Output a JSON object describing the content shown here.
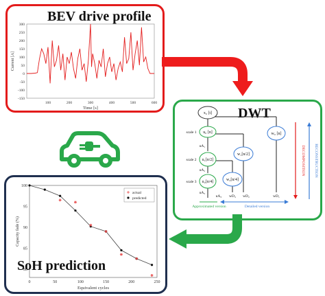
{
  "bev": {
    "title": "BEV drive profile",
    "ylabel": "Current [A]",
    "xlabel": "Time [s]",
    "yticks": [
      "300",
      "250",
      "200",
      "150",
      "100",
      "50",
      "0",
      "-50",
      "-100",
      "-150"
    ],
    "xticks": [
      "100",
      "200",
      "300",
      "400",
      "500",
      "600"
    ],
    "color": "#e31b1b"
  },
  "dwt": {
    "title": "DWT",
    "node_root": "x₀ [t]",
    "scale1": "scale 1",
    "scale2": "scale 2",
    "scale3": "scale 3",
    "u0": "u₀ [n]",
    "w0": "w₀ [n]",
    "u1": "u₁[n/2]",
    "w1": "w₁[n/2]",
    "u2": "u₂[n/4]",
    "w2": "w₂[n/4]",
    "uA1": "uA₁",
    "uA2": "uA₂",
    "uA3": "uA₃",
    "wD1": "wD₁",
    "wD2": "wD₂",
    "wD3": "wD₃",
    "uA3b": "uA₃",
    "approx": "Approximated version",
    "detailed": "Detailed version",
    "decomp": "DECOMPOSITION",
    "recon": "RECONSTRUCTION",
    "color": "#2aa84a"
  },
  "soh": {
    "title": "SoH prediction",
    "legend_actual": "actual",
    "legend_predicted": "predicted",
    "color": "#1f2f4f"
  },
  "chart_data": [
    {
      "type": "line",
      "title": "",
      "xlabel": "Time [s]",
      "ylabel": "Current [A]",
      "xlim": [
        0,
        600
      ],
      "ylim": [
        -150,
        300
      ],
      "series": [
        {
          "x": [
            0,
            20,
            40,
            50,
            60,
            70,
            80,
            90,
            100,
            110,
            120,
            130,
            140,
            150,
            160,
            170,
            180,
            190,
            200,
            210,
            220,
            230,
            240,
            250,
            260,
            270,
            280,
            290,
            300,
            305,
            310,
            320,
            330,
            340,
            350,
            360,
            370,
            380,
            390,
            400,
            410,
            420,
            430,
            440,
            450,
            460,
            470,
            480,
            490,
            500,
            510,
            520,
            530,
            540,
            550,
            560,
            570,
            580,
            590,
            600
          ],
          "y": [
            0,
            0,
            2,
            5,
            90,
            150,
            120,
            60,
            160,
            -60,
            200,
            40,
            80,
            170,
            20,
            120,
            -40,
            100,
            60,
            130,
            30,
            -30,
            90,
            150,
            20,
            60,
            -50,
            80,
            300,
            40,
            120,
            60,
            -30,
            80,
            40,
            150,
            -20,
            60,
            100,
            10,
            60,
            -40,
            30,
            70,
            10,
            220,
            60,
            90,
            250,
            20,
            120,
            200,
            50,
            280,
            70,
            100,
            30,
            0,
            0,
            0
          ]
        }
      ]
    },
    {
      "type": "line",
      "title": "",
      "xlabel": "Equivalent cycles",
      "ylabel": "Capacity fade (%)",
      "xlim": [
        0,
        250
      ],
      "ylim": [
        78,
        100
      ],
      "xticks": [
        0,
        50,
        100,
        150,
        200,
        250
      ],
      "yticks": [
        80,
        85,
        90,
        95,
        100
      ],
      "series": [
        {
          "name": "actual",
          "x": [
            60,
            90,
            120,
            150,
            180,
            210,
            240
          ],
          "y": [
            96.5,
            96.0,
            90.5,
            89.0,
            83.5,
            82.5,
            78.5
          ]
        },
        {
          "name": "predicted",
          "x": [
            0,
            30,
            60,
            90,
            120,
            150,
            180,
            210,
            240
          ],
          "y": [
            100.0,
            99.0,
            97.5,
            94.0,
            90.2,
            89.0,
            84.5,
            82.5,
            81.0
          ]
        }
      ]
    }
  ]
}
